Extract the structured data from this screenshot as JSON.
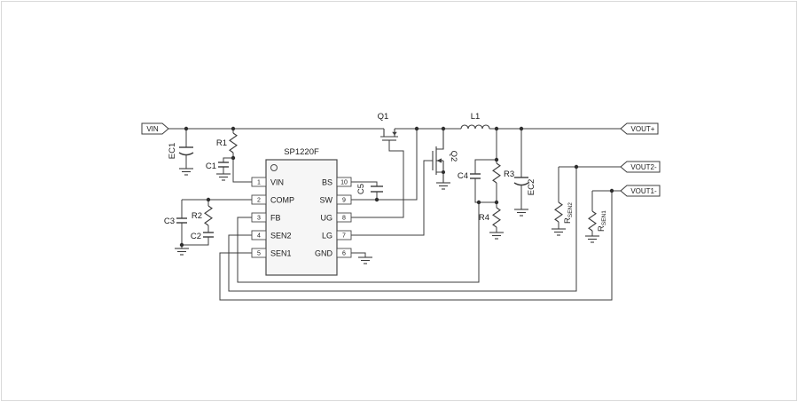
{
  "ic": {
    "title": "SP1220F",
    "left_pins": [
      {
        "num": "1",
        "name": "VIN"
      },
      {
        "num": "2",
        "name": "COMP"
      },
      {
        "num": "3",
        "name": "FB"
      },
      {
        "num": "4",
        "name": "SEN2"
      },
      {
        "num": "5",
        "name": "SEN1"
      }
    ],
    "right_pins": [
      {
        "num": "10",
        "name": "BS"
      },
      {
        "num": "9",
        "name": "SW"
      },
      {
        "num": "8",
        "name": "UG"
      },
      {
        "num": "7",
        "name": "LG"
      },
      {
        "num": "6",
        "name": "GND"
      }
    ]
  },
  "tags": {
    "vin": "VIN",
    "vout_plus": "VOUT+",
    "vout2": "VOUT2-",
    "vout1": "VOUT1-"
  },
  "components": {
    "ec1": "EC1",
    "c1": "C1",
    "r1": "R1",
    "c3": "C3",
    "r2": "R2",
    "c2": "C2",
    "c5": "C5",
    "q1": "Q1",
    "q2": "Q2",
    "l1": "L1",
    "c4": "C4",
    "r3": "R3",
    "r4": "R4",
    "ec2": "EC2",
    "rsen2": {
      "base": "R",
      "sub": "SEN2"
    },
    "rsen1": {
      "base": "R",
      "sub": "SEN1"
    }
  }
}
